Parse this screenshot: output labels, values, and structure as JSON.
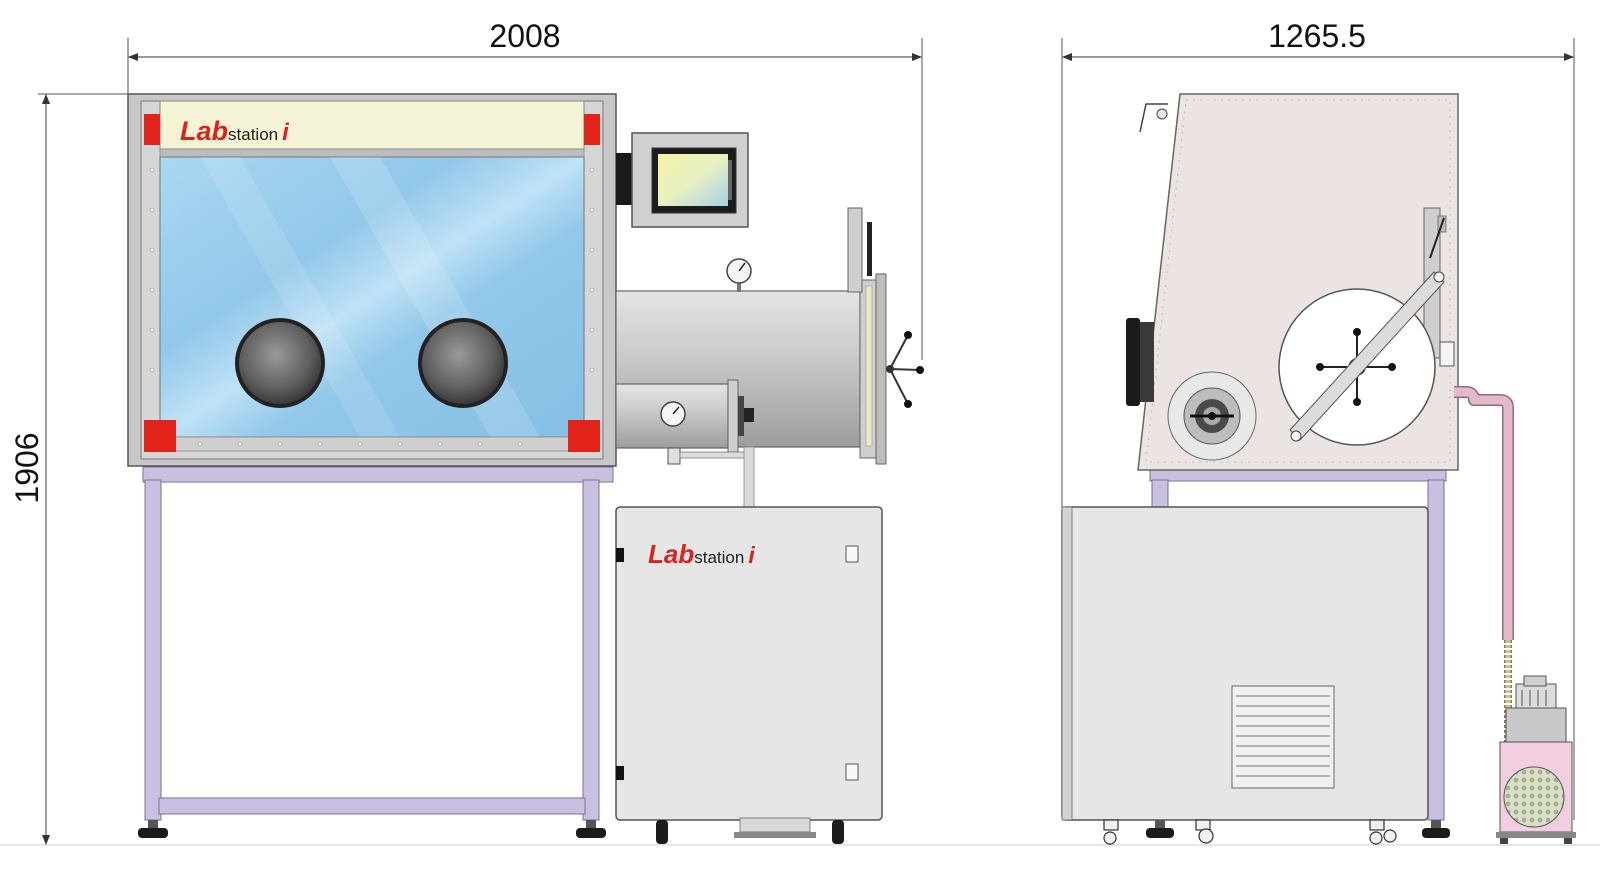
{
  "dimensions": {
    "front_width": "2008",
    "side_depth": "1265.5",
    "height": "1906"
  },
  "branding": {
    "logo_main": "Lab",
    "logo_sub": "station",
    "logo_suffix": "i"
  },
  "colors": {
    "frame": "#c9bfe0",
    "glass": "#9fd0ee",
    "steel": "#c9c9c9",
    "cabinet": "#e6e6e6",
    "logo_red": "#d8241c",
    "corner_red": "#e2231a",
    "hose": "#e5b8cc",
    "side_panel": "#ebe4e2"
  },
  "icons": {
    "glove_port": "glove-port-icon",
    "pressure_gauge": "pressure-gauge-icon",
    "door_handwheel": "handwheel-icon",
    "touch_screen": "touch-screen-icon",
    "vacuum_pump": "vacuum-pump-icon"
  }
}
